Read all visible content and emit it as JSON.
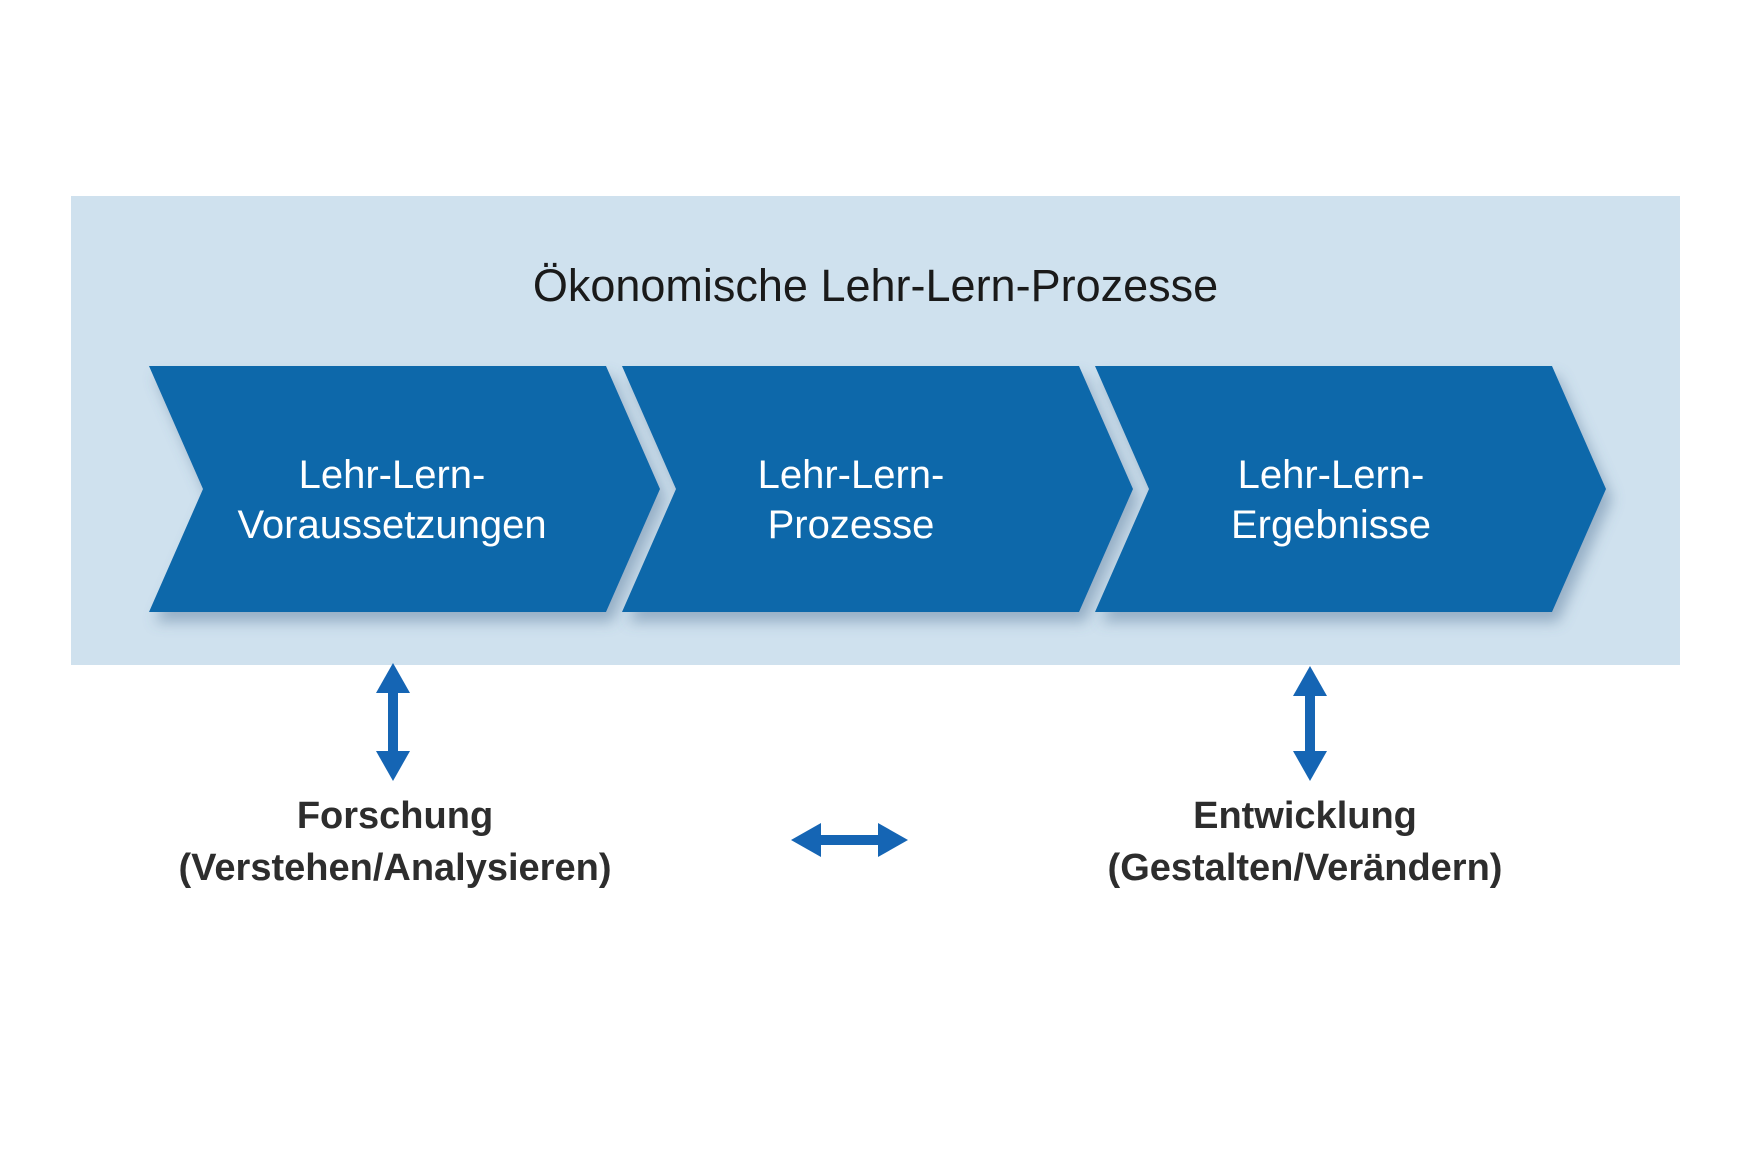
{
  "title": "Ökonomische Lehr-Lern-Prozesse",
  "steps": [
    {
      "label": "Lehr-Lern-\nVoraussetzungen"
    },
    {
      "label": "Lehr-Lern-\nProzesse"
    },
    {
      "label": "Lehr-Lern-\nErgebnisse"
    }
  ],
  "roles": {
    "research": {
      "name": "Forschung",
      "description": "(Verstehen/Analysieren)"
    },
    "development": {
      "name": "Entwicklung",
      "description": "(Gestalten/Verändern)"
    }
  },
  "colors": {
    "panel": "#cfe1ee",
    "chevron": "#0867aa",
    "arrow": "#1565b4",
    "text_dark": "#2d2d2d"
  }
}
